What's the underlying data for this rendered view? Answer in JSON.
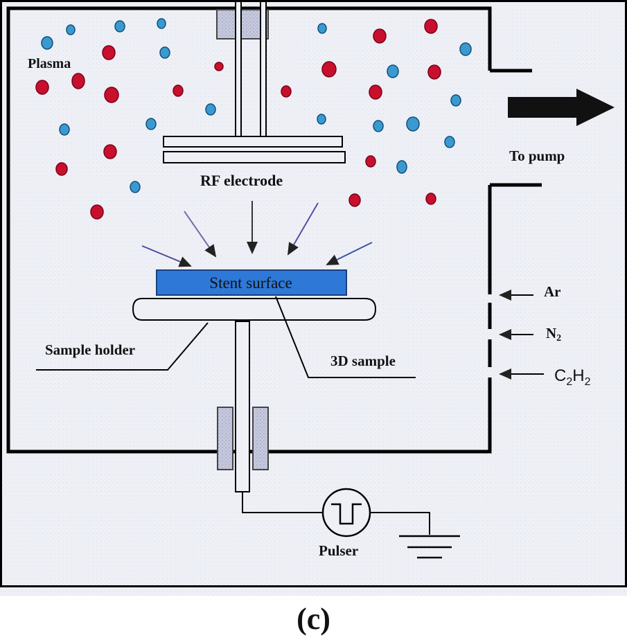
{
  "labels": {
    "plasma": "Plasma",
    "rf_electrode": "RF electrode",
    "stent_surface": "Stent surface",
    "sample_holder": "Sample holder",
    "sample_3d": "3D sample",
    "to_pump": "To pump",
    "gas_ar": "Ar",
    "gas_n2_main": "N",
    "gas_n2_sub": "2",
    "gas_c2h2_c": "C",
    "gas_c2h2_2a": "2",
    "gas_c2h2_h": "H",
    "gas_c2h2_2b": "2",
    "pulser": "Pulser"
  },
  "caption": "(c)",
  "colors": {
    "background": "#eef0f6",
    "stent": "#2e78d8",
    "ion_red": "#c8102e",
    "ion_blue": "#3a9ad0",
    "electrode_fill": "#c9cbd8",
    "line": "#000000"
  },
  "icons": {
    "pump_arrow": "right-arrow-icon",
    "pulser": "pulse-waveform-icon",
    "ground": "ground-symbol-icon"
  }
}
